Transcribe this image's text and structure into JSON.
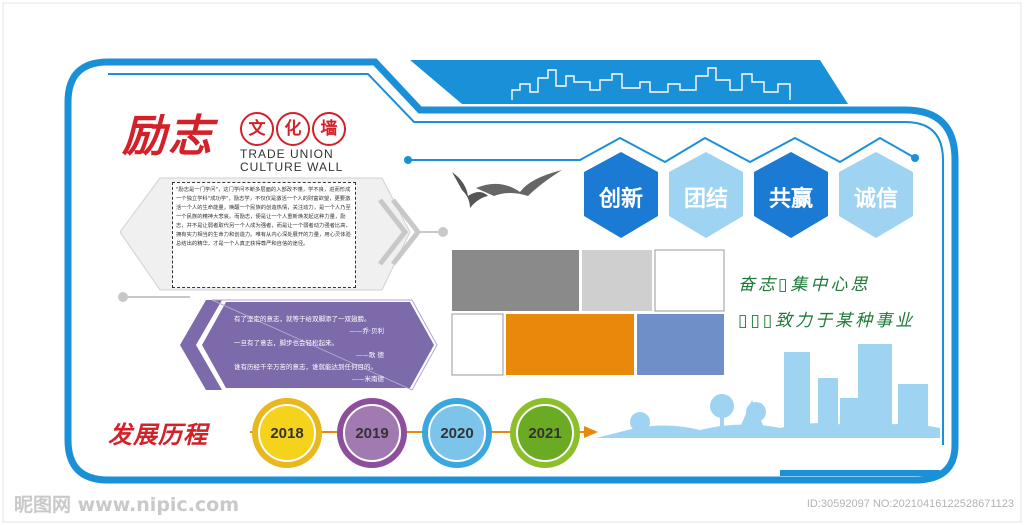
{
  "header": {
    "title_main": "励志",
    "title_circles": [
      "文",
      "化",
      "墙"
    ],
    "subtitle_en_line1": "TRADE UNION",
    "subtitle_en_line2": "CULTURE WALL"
  },
  "essay": {
    "text": "\"励志是一门学问\"，这门学问不断多层面的入部改不懂，学不良，进而形成一个独立学科\"成功学\"，励志学，不仅仅是激活一个人的财富欲望，更要激活一个人的生命能量，唤醒一个民族的创造热情，关注动力，是一个人乃至一个民族的精神大悲哀。而励志，便是让一个人重新焕发起这种力量，励志，并不是让弱者取代另一个人成为强者，而是让一个弱者动力强者比高，拥有实力相当的生命力和创造力。唯有从内心深处展开的力量，用心灵体验总结出的精华，才是一个人真正获得尊严和自信的途径。"
  },
  "quotes": {
    "line1": "有了坚定的意志，就等于给双脚添了一双翅膀。",
    "sig1": "——乔·贝利",
    "line2": "一旦有了意志，脚步也会轻松起来。",
    "sig2": "——歌 德",
    "line3": "谁有历经千辛万苦的意志，谁就能达到任何目的。",
    "sig3": "——米南德"
  },
  "values": {
    "items": [
      "创新",
      "团结",
      "共赢",
      "诚信"
    ],
    "colors": [
      "#1a7ad4",
      "#9fd3f2",
      "#1a7ad4",
      "#9fd3f2"
    ]
  },
  "slogans": {
    "line1": "奋志▯集中心思",
    "line2": "▯▯▯致力于某种事业"
  },
  "photos": {
    "colors": [
      "#8a8a8a",
      "#cfcfcf",
      "#ffffff",
      "#ffffff",
      "#e8890c",
      "#6f8fc9"
    ]
  },
  "timeline": {
    "title": "发展历程",
    "years": [
      {
        "label": "2018",
        "outer": "#e8b81e",
        "inner": "#f5d21c"
      },
      {
        "label": "2019",
        "outer": "#8d4f9c",
        "inner": "#a07ab0"
      },
      {
        "label": "2020",
        "outer": "#3aa8df",
        "inner": "#7cc4ea"
      },
      {
        "label": "2021",
        "outer": "#8dbf2a",
        "inner": "#6bab24"
      }
    ]
  },
  "watermark": {
    "left": "昵图网 www.nipic.com",
    "right": "ID:30592097 NO:20210416122528671123"
  },
  "theme": {
    "accent_blue": "#1a90d9",
    "accent_purple": "#7d6aaa",
    "accent_red": "#d42028"
  }
}
